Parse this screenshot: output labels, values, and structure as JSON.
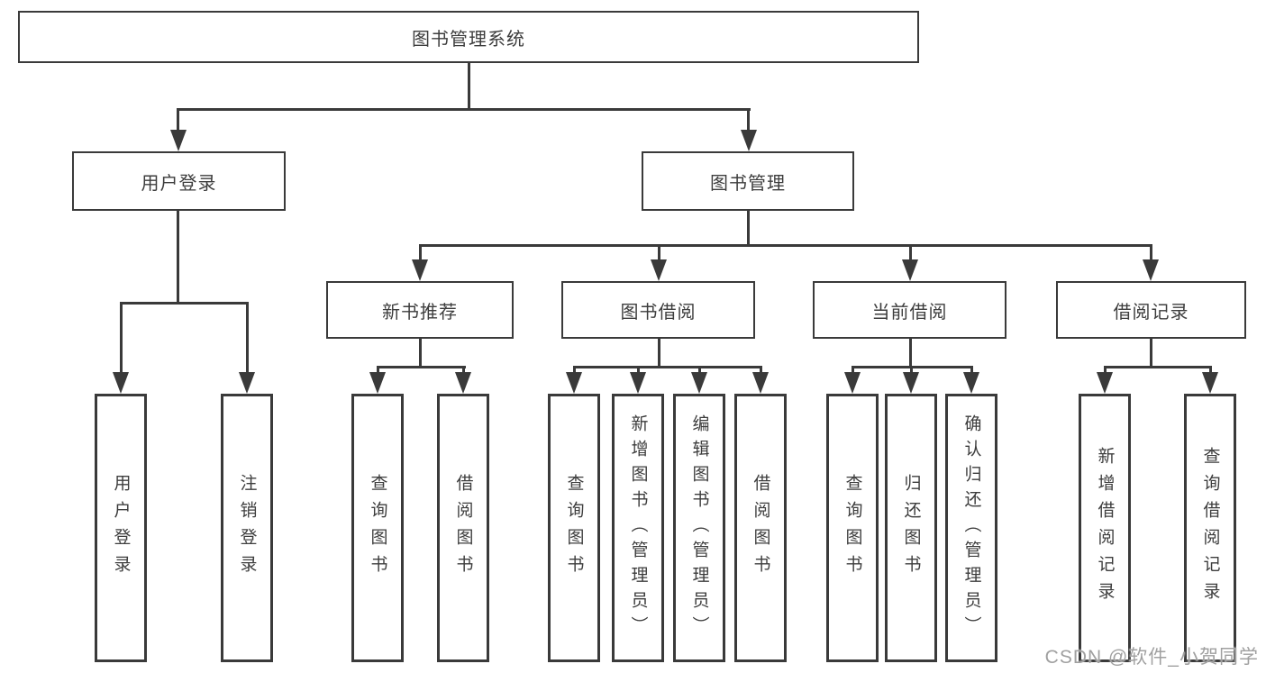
{
  "tree": {
    "root": "图书管理系统",
    "branches": [
      {
        "label": "用户登录",
        "children": [
          "用户登录",
          "注销登录"
        ]
      },
      {
        "label": "图书管理",
        "sections": [
          {
            "label": "新书推荐",
            "children": [
              "查询图书",
              "借阅图书"
            ]
          },
          {
            "label": "图书借阅",
            "children": [
              "查询图书",
              "新增图书（管理员）",
              "编辑图书（管理员）",
              "借阅图书"
            ]
          },
          {
            "label": "当前借阅",
            "children": [
              "查询图书",
              "归还图书",
              "确认归还（管理员）"
            ]
          },
          {
            "label": "借阅记录",
            "children": [
              "新增借阅记录",
              "查询借阅记录"
            ]
          }
        ]
      }
    ]
  },
  "watermark": "CSDN @软件_小贺同学",
  "colors": {
    "line": "#3a3a3a",
    "text": "#3d3d3d",
    "watermark": "#a0a0a0",
    "background": "#ffffff"
  }
}
